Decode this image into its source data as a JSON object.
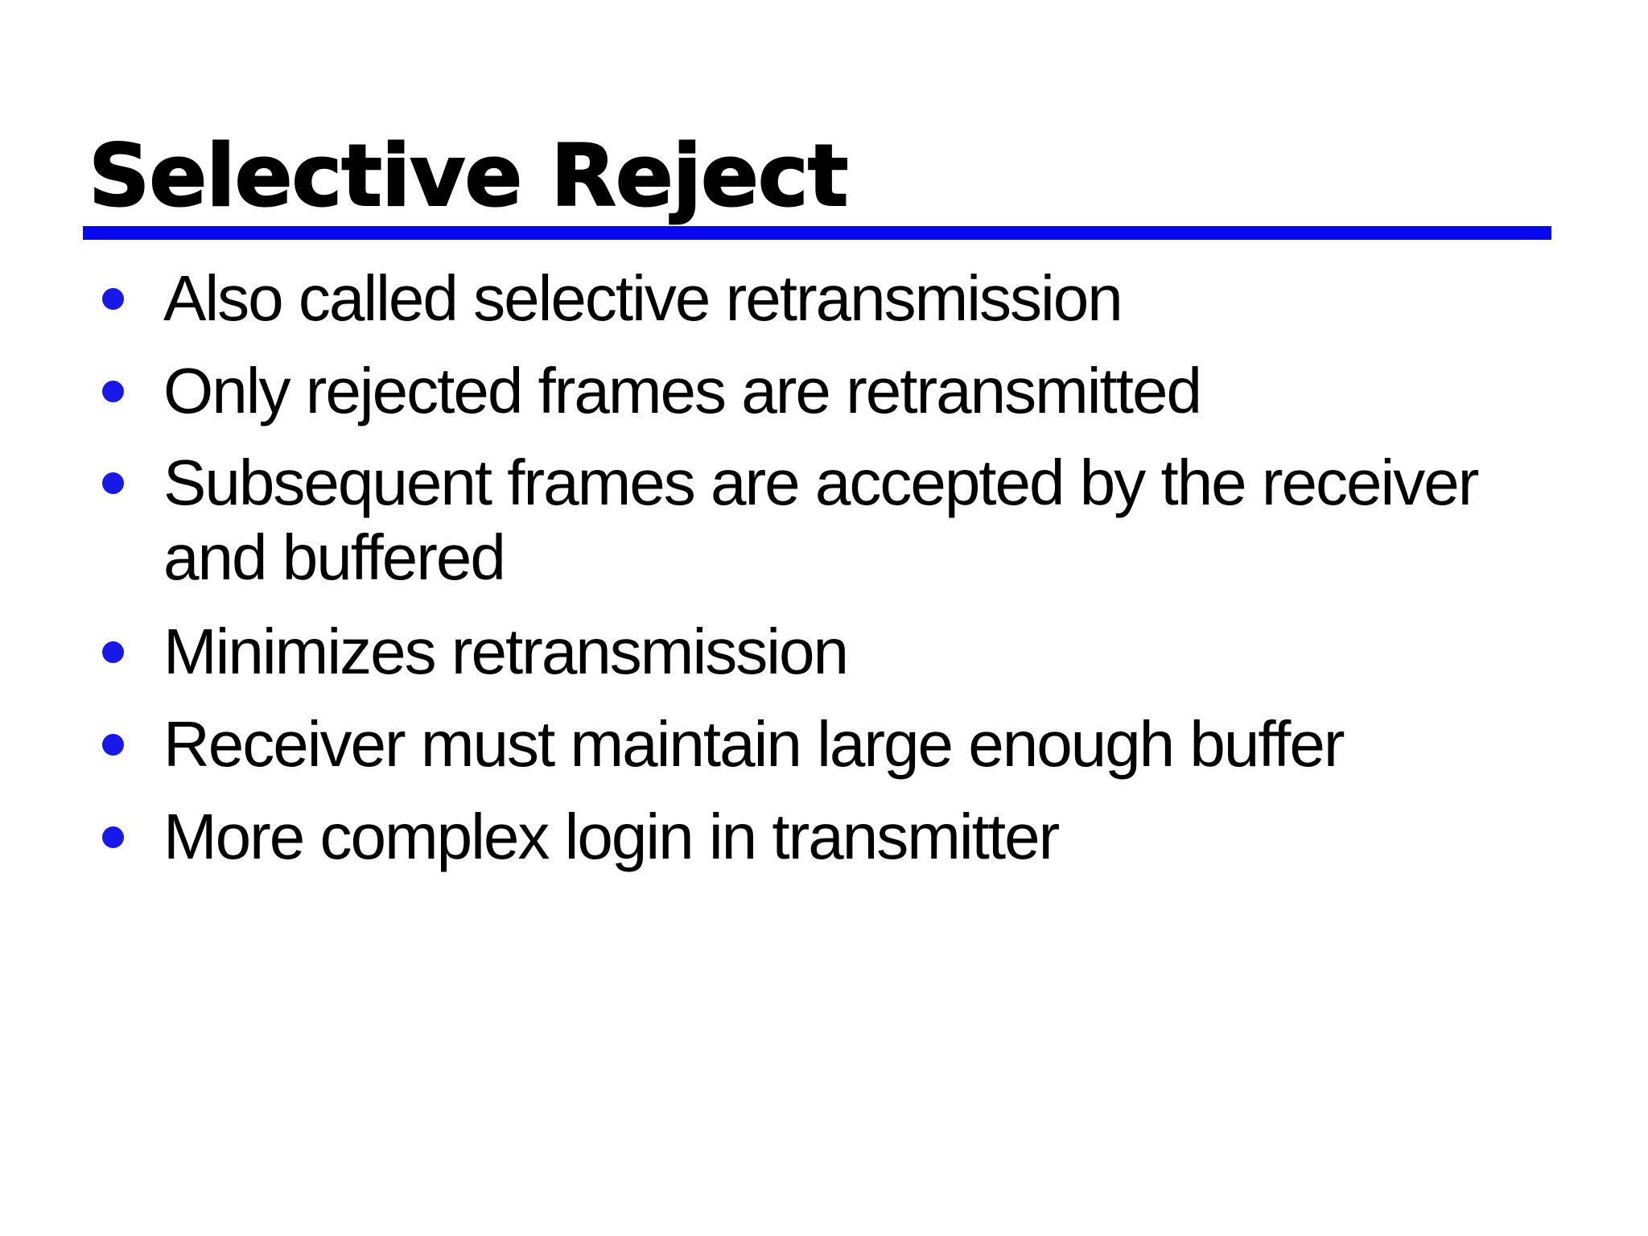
{
  "slide": {
    "title": "Selective Reject",
    "bullets": [
      {
        "text": "Also called selective retransmission"
      },
      {
        "text": "Only rejected frames are retransmitted"
      },
      {
        "text": "Subsequent frames are accepted by the receiver and buffered"
      },
      {
        "text": "Minimizes retransmission"
      },
      {
        "text": "Receiver must maintain large enough buffer"
      },
      {
        "text": "More complex login in transmitter"
      }
    ],
    "colors": {
      "background": "#ffffff",
      "text": "#000000",
      "underline": "#0707f0",
      "bullet": "#1818e8"
    }
  }
}
